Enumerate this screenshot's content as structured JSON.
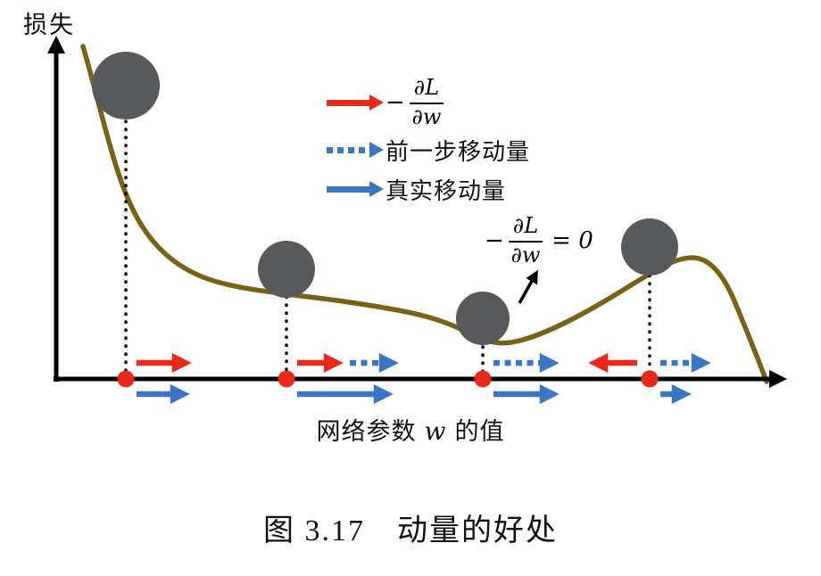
{
  "colors": {
    "red": "#e8291c",
    "blue": "#3a76c4",
    "curve": "#7a6214",
    "ball": "#58595b",
    "black": "#111111"
  },
  "y_axis_label": "损失",
  "x_axis_label": {
    "pre": "网络参数",
    "var": "w",
    "post": "的值"
  },
  "legend": {
    "gradient": {
      "minus": "−",
      "num": "∂L",
      "den": "∂w"
    },
    "previous": "前一步移动量",
    "actual": "真实移动量"
  },
  "annotation": {
    "minus": "−",
    "num": "∂L",
    "den": "∂w",
    "equals": "= 0"
  },
  "caption": "图 3.17　动量的好处"
}
